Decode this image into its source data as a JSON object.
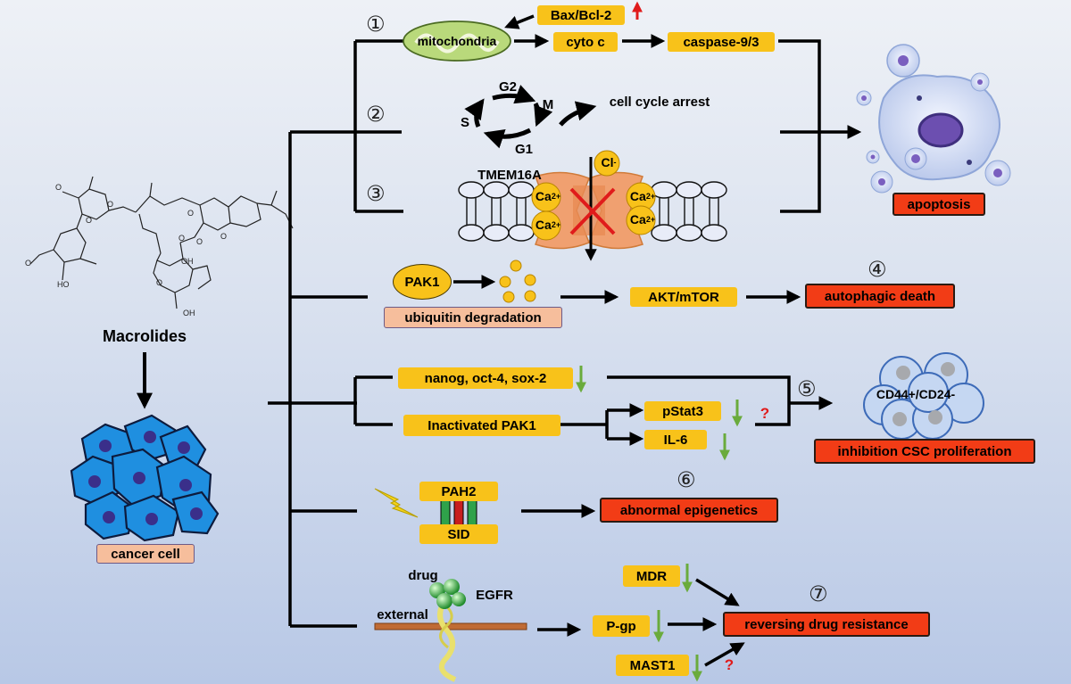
{
  "title": "Macrolides",
  "cancer_cell": "cancer cell",
  "markers": [
    "①",
    "②",
    "③",
    "④",
    "⑤",
    "⑥",
    "⑦"
  ],
  "path1": {
    "mito": "mitochondria",
    "bax": "Bax/Bcl-2",
    "cyto": "cyto c",
    "casp": "caspase-9/3"
  },
  "path2": {
    "g2": "G2",
    "m": "M",
    "s": "S",
    "g1": "G1",
    "arrest": "cell cycle arrest"
  },
  "path3": {
    "tmem": "TMEM16A",
    "cl": "Cl",
    "cl_sup": "-",
    "ca": "Ca",
    "ca_sup": "2+"
  },
  "apoptosis": "apoptosis",
  "path4": {
    "pak1": "PAK1",
    "ubiq": "ubiquitin degradation",
    "akt": "AKT/mTOR",
    "death": "autophagic death"
  },
  "path5": {
    "nanog": "nanog, oct-4, sox-2",
    "ipak": "Inactivated PAK1",
    "pstat": "pStat3",
    "il6": "IL-6",
    "q": "?",
    "cd": "CD44+/CD24-",
    "csc": "inhibition CSC proliferation"
  },
  "path6": {
    "pah2": "PAH2",
    "sid": "SID",
    "epi": "abnormal epigenetics"
  },
  "path7": {
    "drug": "drug",
    "egfr": "EGFR",
    "external": "external",
    "mdr": "MDR",
    "pgp": "P-gp",
    "mast": "MAST1",
    "q": "?",
    "rev": "reversing drug resistance"
  },
  "colors": {
    "yellow": "#f8c21a",
    "red": "#f23c16",
    "pink": "#f6be9c",
    "cell_blue": "#1f8fe0",
    "nucleus": "#3a2f8a",
    "down_arrow": "#6aab3c",
    "up_arrow": "#e01b1b"
  }
}
